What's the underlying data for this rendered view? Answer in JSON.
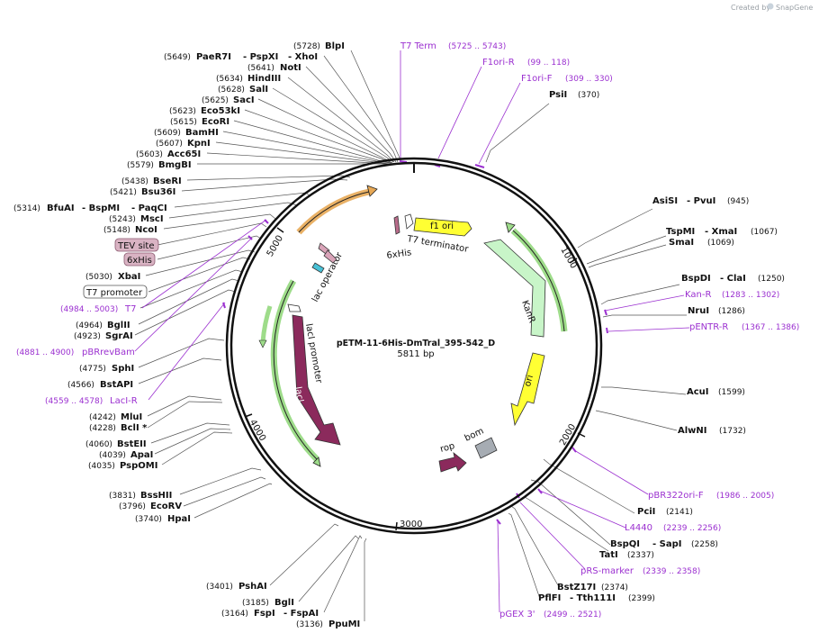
{
  "header": {
    "credit": "Created by",
    "brand": "SnapGene"
  },
  "plasmid": {
    "name": "pETM-11-6His-DmTral_395-542_D",
    "length_label": "5811 bp"
  },
  "ticks": [
    "1000",
    "2000",
    "3000",
    "4000",
    "5000"
  ],
  "features": {
    "f1ori": "f1 ori",
    "kanr": "KanR",
    "ori": "ori",
    "bom": "bom",
    "rop": "rop",
    "laci": "lacI",
    "laci_promoter": "lacI promoter",
    "lac_operator": "lac operator",
    "sixhis": "6xHis",
    "t7term": "T7 terminator"
  },
  "colors": {
    "primer": "#9b30d0",
    "enzyme": "#111111",
    "laci": "#8b2a5c",
    "kanr": "#c8f5c8",
    "ori": "#ffff00",
    "orange_arrow": "#f5c98f",
    "green_arrow": "#8cd17a",
    "bom": "#a6acb3"
  },
  "labels": {
    "l_blpi": {
      "pos": "(5728)",
      "name": "BlpI"
    },
    "l_paer7i": {
      "pos": "(5649)",
      "name": "PaeR7I",
      "n2": "- PspXI",
      "n3": "- XhoI"
    },
    "l_noti": {
      "pos": "(5641)",
      "name": "NotI"
    },
    "l_hindiii": {
      "pos": "(5634)",
      "name": "HindIII"
    },
    "l_sali": {
      "pos": "(5628)",
      "name": "SalI"
    },
    "l_saci": {
      "pos": "(5625)",
      "name": "SacI"
    },
    "l_eco53ki": {
      "pos": "(5623)",
      "name": "Eco53kI"
    },
    "l_ecori": {
      "pos": "(5615)",
      "name": "EcoRI"
    },
    "l_bamhi": {
      "pos": "(5609)",
      "name": "BamHI"
    },
    "l_kpni": {
      "pos": "(5607)",
      "name": "KpnI"
    },
    "l_acc65i": {
      "pos": "(5603)",
      "name": "Acc65I"
    },
    "l_bmgbi": {
      "pos": "(5579)",
      "name": "BmgBI"
    },
    "l_bseri": {
      "pos": "(5438)",
      "name": "BseRI"
    },
    "l_bsu36i": {
      "pos": "(5421)",
      "name": "Bsu36I"
    },
    "l_bfuai": {
      "pos": "(5314)",
      "name": "BfuAI",
      "n2": "- BspMI",
      "n3": "- PaqCI"
    },
    "l_msci": {
      "pos": "(5243)",
      "name": "MscI"
    },
    "l_ncoi": {
      "pos": "(5148)",
      "name": "NcoI"
    },
    "l_tev": {
      "name": "TEV site"
    },
    "l_6xhis": {
      "name": "6xHis"
    },
    "l_xbai": {
      "pos": "(5030)",
      "name": "XbaI"
    },
    "l_t7prom": {
      "name": "T7 promoter"
    },
    "l_t7": {
      "pos": "(4984 .. 5003)",
      "name": "T7"
    },
    "l_bglii": {
      "pos": "(4964)",
      "name": "BglII"
    },
    "l_sgrai": {
      "pos": "(4923)",
      "name": "SgrAI"
    },
    "l_pbrrevbam": {
      "pos": "(4881 .. 4900)",
      "name": "pBRrevBam"
    },
    "l_sphi": {
      "pos": "(4775)",
      "name": "SphI"
    },
    "l_bstapi": {
      "pos": "(4566)",
      "name": "BstAPI"
    },
    "l_lacir": {
      "pos": "(4559 .. 4578)",
      "name": "LacI-R"
    },
    "l_mlui": {
      "pos": "(4242)",
      "name": "MluI"
    },
    "l_bcli": {
      "pos": "(4228)",
      "name": "BclI *"
    },
    "l_bsteii": {
      "pos": "(4060)",
      "name": "BstEII"
    },
    "l_apai": {
      "pos": "(4039)",
      "name": "ApaI"
    },
    "l_psp0mi": {
      "pos": "(4035)",
      "name": "PspOMI"
    },
    "l_bsshii": {
      "pos": "(3831)",
      "name": "BssHII"
    },
    "l_ecorv": {
      "pos": "(3796)",
      "name": "EcoRV"
    },
    "l_hpai": {
      "pos": "(3740)",
      "name": "HpaI"
    },
    "l_pshai": {
      "pos": "(3401)",
      "name": "PshAI"
    },
    "l_bgli": {
      "pos": "(3185)",
      "name": "BglI"
    },
    "l_fspi": {
      "pos": "(3164)",
      "name": "FspI",
      "n2": "- FspAI"
    },
    "l_ppumi": {
      "pos": "(3136)",
      "name": "PpuMI"
    },
    "l_t7term": {
      "name": "T7 Term",
      "pos": "(5725 .. 5743)"
    },
    "l_f1orir": {
      "name": "F1ori-R",
      "pos": "(99 .. 118)"
    },
    "l_f1orif": {
      "name": "F1ori-F",
      "pos": "(309 .. 330)"
    },
    "l_psii": {
      "name": "PsiI",
      "pos": "(370)"
    },
    "l_asisi": {
      "name": "AsiSI",
      "n2": "- PvuI",
      "pos": "(945)"
    },
    "l_tspmi": {
      "name": "TspMI",
      "n2": "- XmaI",
      "pos": "(1067)"
    },
    "l_smai": {
      "name": "SmaI",
      "pos": "(1069)"
    },
    "l_bspdi": {
      "name": "BspDI",
      "n2": "- ClaI",
      "pos": "(1250)"
    },
    "l_kanr": {
      "name": "Kan-R",
      "pos": "(1283 .. 1302)"
    },
    "l_nrui": {
      "name": "NruI",
      "pos": "(1286)"
    },
    "l_pentr": {
      "name": "pENTR-R",
      "pos": "(1367 .. 1386)"
    },
    "l_acui": {
      "name": "AcuI",
      "pos": "(1599)"
    },
    "l_alwni": {
      "name": "AlwNI",
      "pos": "(1732)"
    },
    "l_pbr322": {
      "name": "pBR322ori-F",
      "pos": "(1986 .. 2005)"
    },
    "l_pcii": {
      "name": "PciI",
      "pos": "(2141)"
    },
    "l_l4440": {
      "name": "L4440",
      "pos": "(2239 .. 2256)"
    },
    "l_bspqi": {
      "name": "BspQI",
      "n2": "- SapI",
      "pos": "(2258)"
    },
    "l_tati": {
      "name": "TatI",
      "pos": "(2337)"
    },
    "l_prs": {
      "name": "pRS-marker",
      "pos": "(2339 .. 2358)"
    },
    "l_bstz17i": {
      "name": "BstZ17I",
      "pos": "(2374)"
    },
    "l_pflfi": {
      "name": "PflFI",
      "n2": "- Tth111I",
      "pos": "(2399)"
    },
    "l_pgex": {
      "name": "pGEX 3'",
      "pos": "(2499 .. 2521)"
    }
  }
}
